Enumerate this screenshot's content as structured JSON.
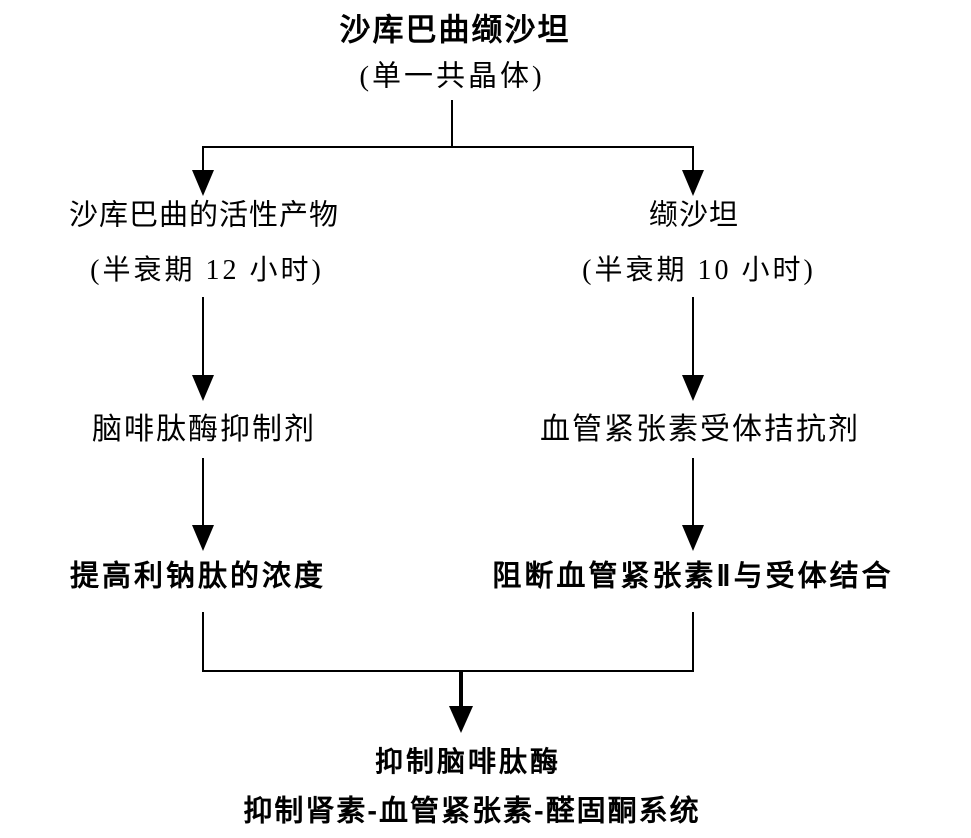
{
  "colors": {
    "ink": "#000000",
    "background": "#ffffff"
  },
  "flowchart": {
    "root": {
      "title": "沙库巴曲缬沙坦",
      "subtitle": "(单一共晶体)"
    },
    "left": {
      "product": "沙库巴曲的活性产物",
      "half_life": "(半衰期 12 小时)",
      "mechanism": "脑啡肽酶抑制剂",
      "effect": "提高利钠肽的浓度"
    },
    "right": {
      "product": "缬沙坦",
      "half_life": "(半衰期 10 小时)",
      "mechanism": "血管紧张素受体拮抗剂",
      "effect": "阻断血管紧张素Ⅱ与受体结合"
    },
    "outcome": {
      "line1": "抑制脑啡肽酶",
      "line2": "抑制肾素-血管紧张素-醛固酮系统"
    }
  }
}
